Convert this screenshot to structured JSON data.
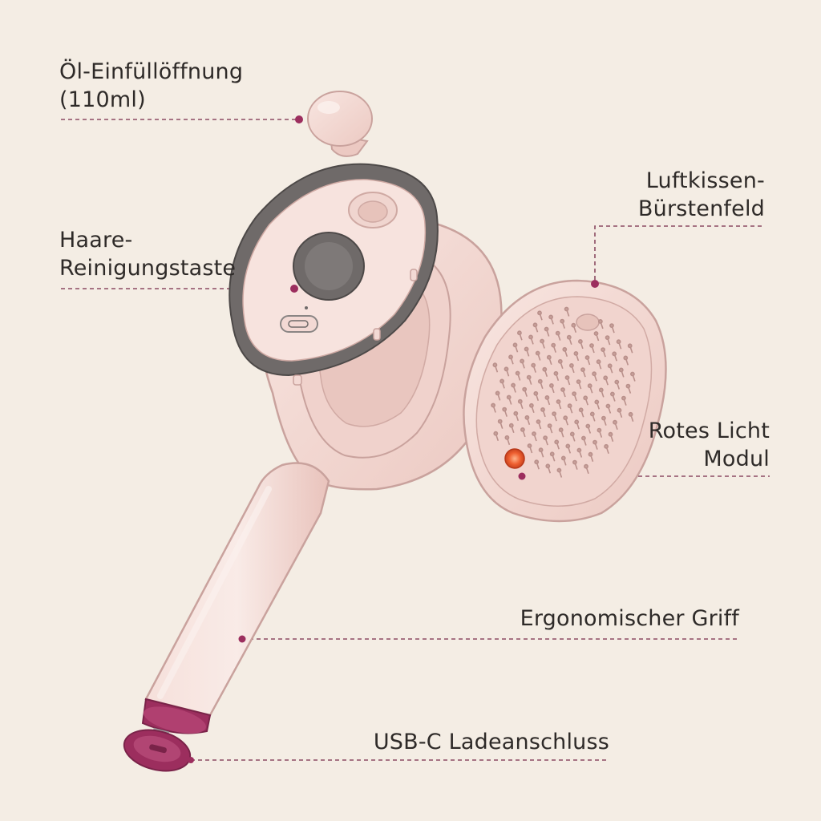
{
  "colors": {
    "background": "#f4ede4",
    "body_pink": "#f3d9d4",
    "body_outline": "#c9a29d",
    "gray_frame": "#6f6a69",
    "accent_magenta": "#9c2e5e",
    "leader_line": "#8b4b63",
    "red_light": "#e8542c"
  },
  "labels": {
    "oil_inlet": {
      "line1": "Öl-Einfüllöffnung",
      "line2": "(110ml)"
    },
    "hair_clean": {
      "line1": "Haare-",
      "line2": "Reinigungstaste"
    },
    "cushion": {
      "line1": "Luftkissen-",
      "line2": "Bürstenfeld"
    },
    "red_light": {
      "line1": "Rotes Licht",
      "line2": "Modul"
    },
    "grip": {
      "line1": "Ergonomischer Griff"
    },
    "usb": {
      "line1": "USB-C Ladeanschluss"
    }
  }
}
